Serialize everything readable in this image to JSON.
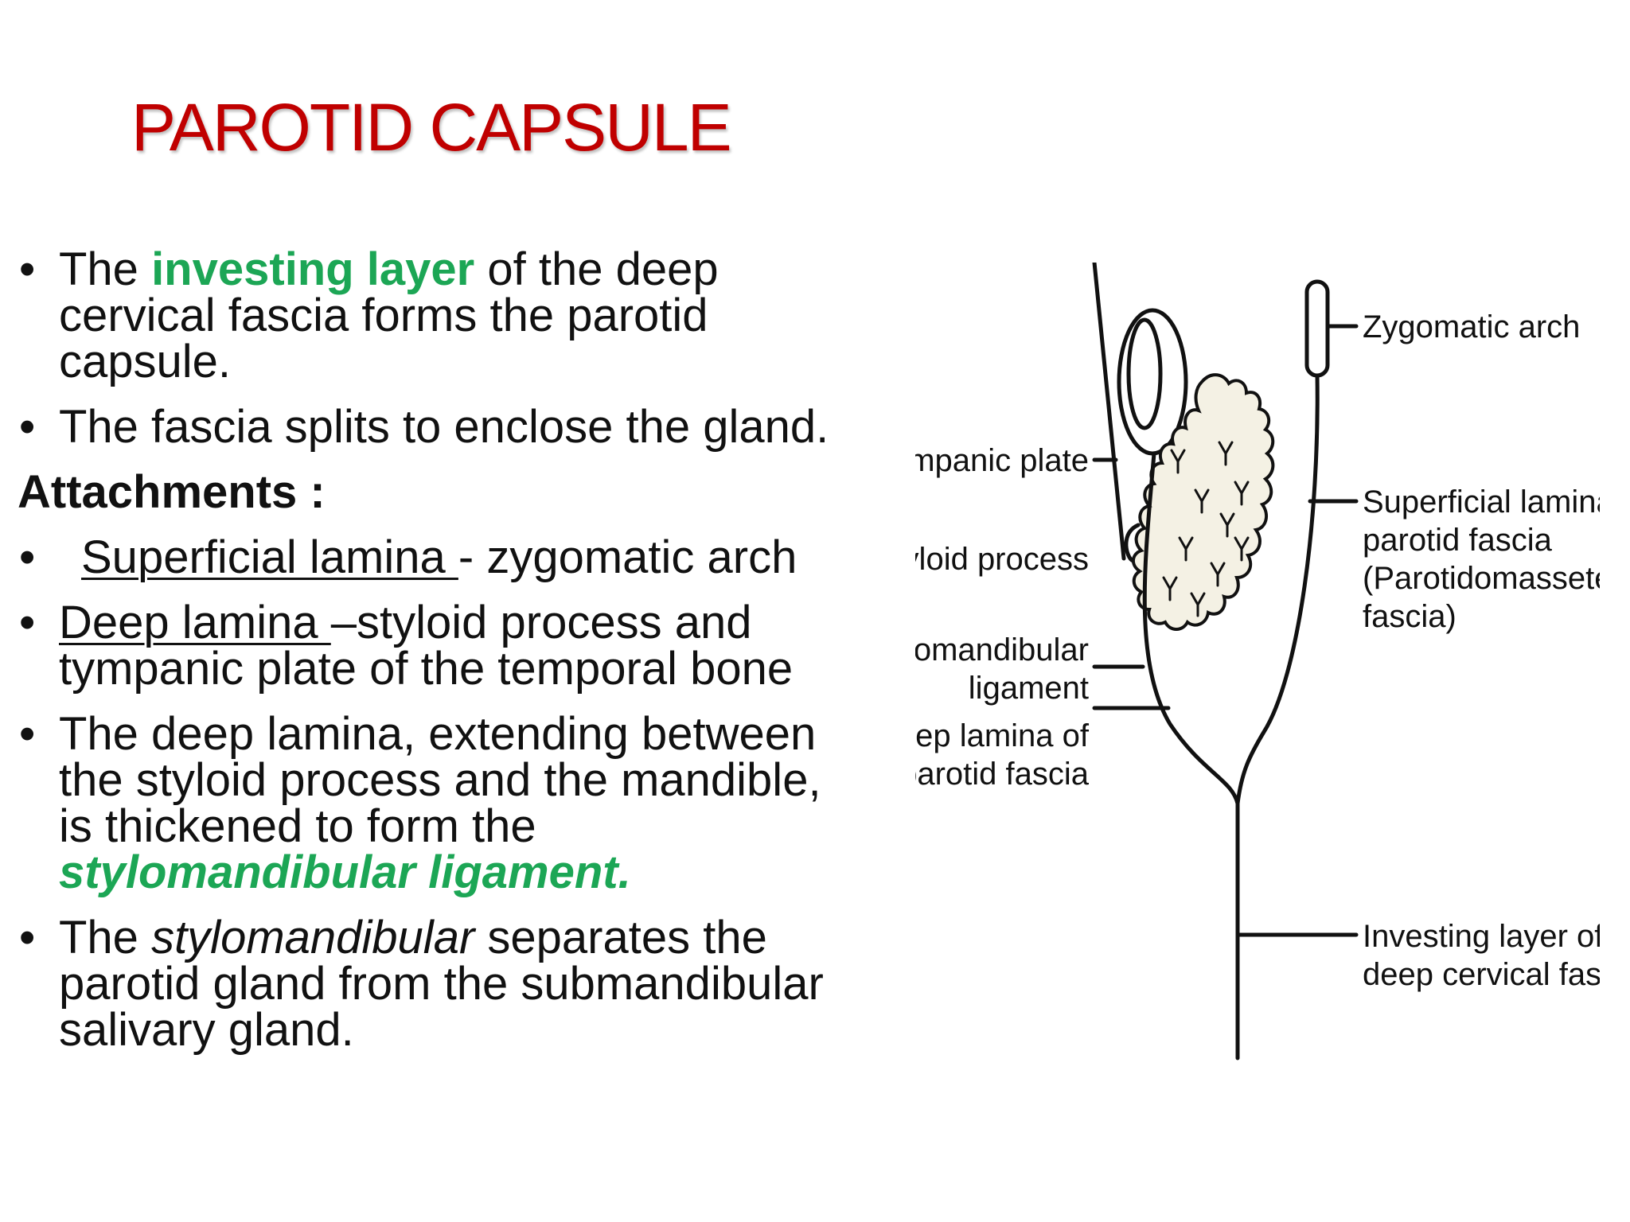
{
  "slide": {
    "title": "PAROTID CAPSULE",
    "bullets": [
      {
        "pre": "The ",
        "em": "investing layer",
        "post": " of the deep cervical fascia forms the parotid capsule."
      },
      {
        "text": "The fascia splits  to enclose the gland."
      }
    ],
    "attachments_heading": "Attachments :",
    "attachments": [
      {
        "term": "Superficial lamina ",
        "rest": "- zygomatic arch"
      },
      {
        "term": "Deep lamina ",
        "rest": "–styloid process and tympanic plate  of the temporal bone"
      }
    ],
    "deep_lamina": {
      "pre": "The deep lamina, extending between the styloid process and the mandible, is thickened to form the ",
      "em": "stylomandibular ligament."
    },
    "separation": {
      "pre": "The ",
      "it": "stylomandibular",
      "post": "  separates the parotid gland from the submandibular salivary gland."
    },
    "bullet_char": "•"
  },
  "diagram": {
    "labels": {
      "zygomatic": "Zygomatic arch",
      "tympanic": "Tympanic plate",
      "styloid": "Styloid process",
      "stylomandibular_1": "Stylomandibular",
      "stylomandibular_2": "ligament",
      "deep_1": "Deep lamina of",
      "deep_2": "parotid fascia",
      "superficial_1": "Superficial lamina of",
      "superficial_2": "parotid fascia",
      "superficial_3": "(Parotidomasseteric",
      "superficial_4": "fascia)",
      "investing_1": "Investing layer of",
      "investing_2": "deep cervical fascia"
    },
    "colors": {
      "gland_fill": "#f4f1e4",
      "line": "#111111",
      "title": "#c00000",
      "accent_green": "#1ca655"
    }
  }
}
